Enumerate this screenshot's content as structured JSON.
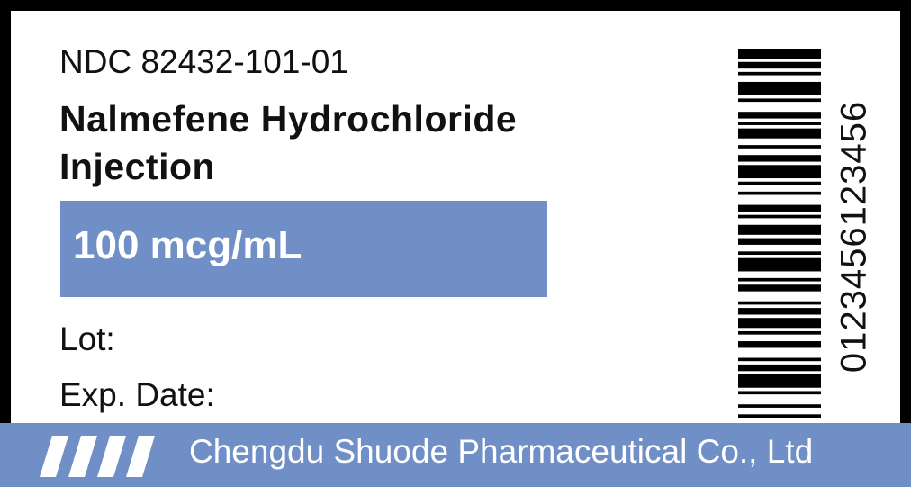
{
  "label": {
    "ndc": "NDC 82432-101-01",
    "drug_name_line1": "Nalmefene Hydrochloride",
    "drug_name_line2": "Injection",
    "strength": "100 mcg/mL",
    "lot_label": "Lot:",
    "exp_label": "Exp. Date:",
    "barcode_digits": "0123456123456",
    "company": "Chengdu Shuode Pharmaceutical Co., Ltd"
  },
  "colors": {
    "accent_blue": "#6f8fc6",
    "text": "#111111"
  }
}
